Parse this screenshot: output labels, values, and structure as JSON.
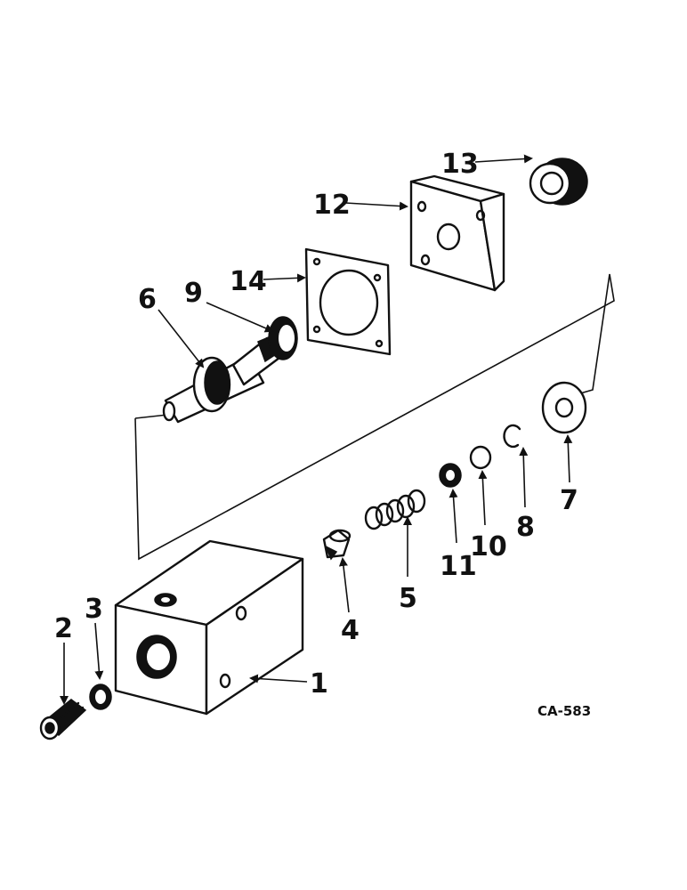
{
  "diagram": {
    "drawing_code": "CA-583",
    "callouts": {
      "c1": "1",
      "c2": "2",
      "c3": "3",
      "c4": "4",
      "c5": "5",
      "c6": "6",
      "c7": "7",
      "c8": "8",
      "c9": "9",
      "c10": "10",
      "c11": "11",
      "c12": "12",
      "c13": "13",
      "c14": "14"
    }
  }
}
